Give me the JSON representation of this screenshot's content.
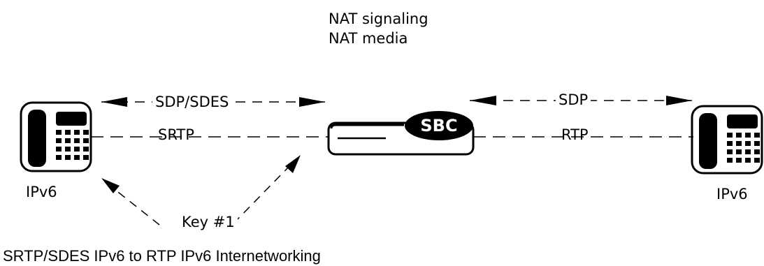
{
  "notes": {
    "line1": "NAT signaling",
    "line2": "NAT media"
  },
  "left_links": {
    "signaling": "SDP/SDES",
    "media": "SRTP",
    "key": "Key #1"
  },
  "right_links": {
    "signaling": "SDP",
    "media": "RTP"
  },
  "sbc": {
    "badge": "SBC"
  },
  "endpoints": {
    "left_label": "IPv6",
    "right_label": "IPv6"
  },
  "caption": "SRTP/SDES IPv6 to RTP IPv6 Internetworking"
}
